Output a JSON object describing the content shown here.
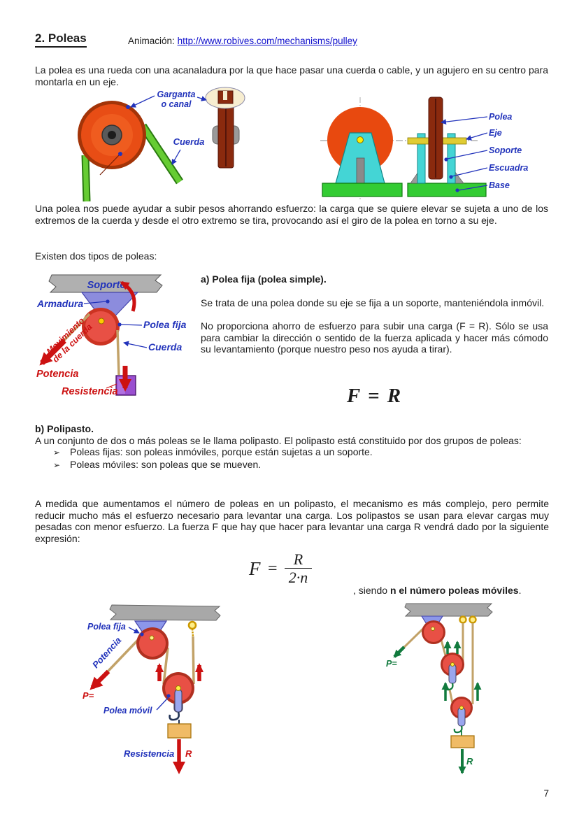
{
  "page": {
    "number": "7"
  },
  "header": {
    "title": "2. Poleas",
    "animation_label": "Animación:",
    "animation_url": "http://www.robives.com/mechanisms/pulley"
  },
  "intro": {
    "p1": "La polea es una rueda con una acanaladura por la que hace pasar una cuerda o cable, y un agujero en su centro para montarla en un eje.",
    "p2": "Una polea nos puede ayudar a subir pesos ahorrando esfuerzo: la carga que se quiere elevar se sujeta a uno de los extremos de la cuerda y desde el otro extremo se tira, provocando así el giro de la polea en torno a su eje.",
    "p3": "Existen dos tipos de poleas:"
  },
  "figure_pulley_parts": {
    "garganta_line1": "Garganta",
    "garganta_line2": "o canal",
    "cuerda": "Cuerda"
  },
  "figure_mounted": {
    "polea": "Polea",
    "eje": "Eje",
    "soporte": "Soporte",
    "escuadra": "Escuadra",
    "base": "Base"
  },
  "figure_fixed": {
    "soporte": "Soporte",
    "armadura": "Armadura",
    "movimiento_line1": "Movimiento",
    "movimiento_line2": "de la cuerda",
    "polea_fija": "Polea fija",
    "cuerda": "Cuerda",
    "potencia": "Potencia",
    "resistencia": "Resistencia"
  },
  "section_a": {
    "heading": "a) Polea fija (polea simple).",
    "p1": "Se trata de una polea donde su eje se fija a un soporte, manteniéndola inmóvil.",
    "p2": "No proporciona ahorro de esfuerzo para subir una carga (F = R). Sólo se usa para cambiar la dirección o sentido de la fuerza aplicada y hacer más cómodo su levantamiento (porque nuestro peso nos ayuda a tirar).",
    "formula": "F = R"
  },
  "section_b": {
    "heading": "b) Polipasto.",
    "p1": "A un conjunto de dos o más poleas se le llama polipasto. El polipasto está constituido por dos grupos de poleas:",
    "bullets": [
      {
        "marker": "➢",
        "text": "Poleas fijas: son poleas inmóviles, porque están sujetas a un soporte."
      },
      {
        "marker": "➢",
        "text": "Poleas móviles: son poleas que se mueven."
      }
    ],
    "p2": "A medida que aumentamos el número de poleas en un polipasto, el mecanismo es más complejo, pero permite reducir mucho más el esfuerzo necesario para levantar una carga. Los polipastos se usan para elevar cargas muy pesadas con menor esfuerzo. La fuerza F que hay que hacer para levantar una carga R vendrá dado por la siguiente expresión:",
    "formula": {
      "lhs": "F",
      "eq": "=",
      "num": "R",
      "den": "2·n"
    },
    "note_prefix": ", siendo ",
    "note_bold": "n el número poleas móviles",
    "note_suffix": "."
  },
  "figure_polipasto1": {
    "polea_fija": "Polea fija",
    "potencia": "Potencia",
    "p_label": "P=",
    "polea_movil": "Polea móvil",
    "resistencia": "Resistencia",
    "r_label": "R"
  },
  "figure_polipasto2": {
    "p_label": "P=",
    "r_label": "R"
  },
  "colors": {
    "label_blue": "#2233bb",
    "label_red": "#cc1111",
    "label_green": "#117a3d",
    "link_blue": "#0f0fcc",
    "pulley_orange": "#e8490f",
    "pulley_red": "#e85045",
    "rope_green": "#55bb22",
    "rope_tan": "#c2a268",
    "support_gray": "#a8a8a8",
    "base_green": "#33cc33",
    "mount_cyan": "#44d5d5",
    "box_purple": "#9a4fd0",
    "box_tan": "#f0bb66",
    "armature_blue": "#8c8cdd"
  }
}
